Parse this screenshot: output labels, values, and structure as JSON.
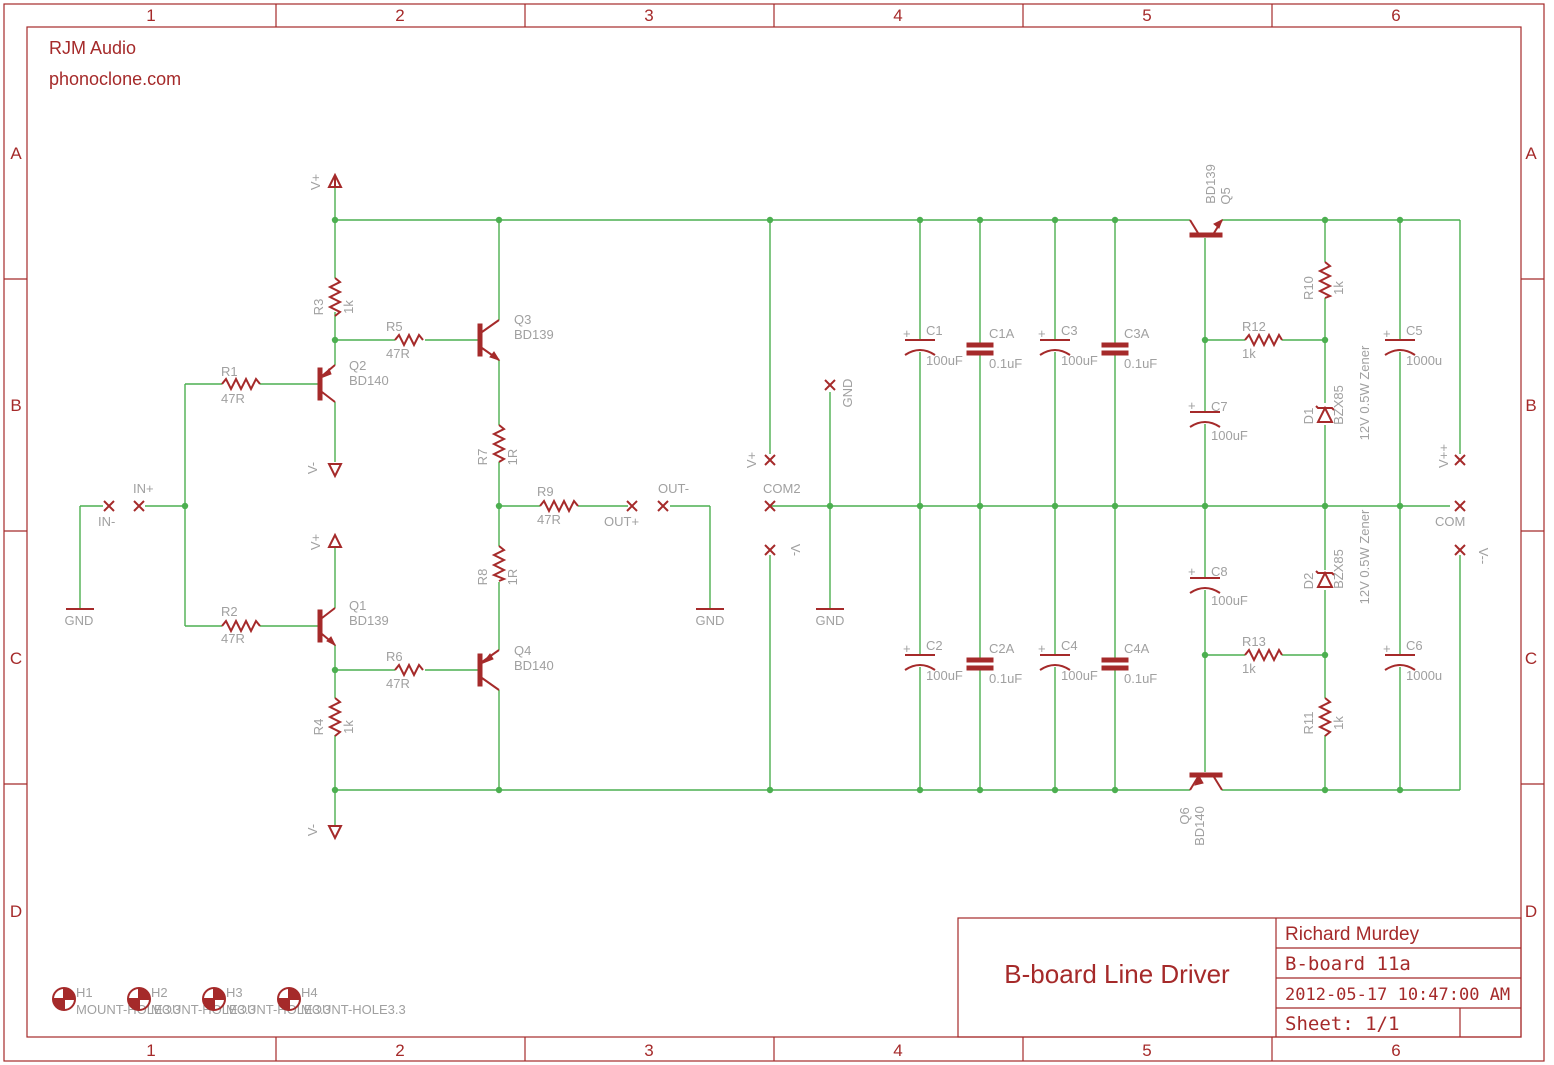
{
  "header": {
    "company": "RJM Audio",
    "website": "phonoclone.com"
  },
  "frame": {
    "columns": [
      "1",
      "2",
      "3",
      "4",
      "5",
      "6"
    ],
    "rows": [
      "A",
      "B",
      "C",
      "D"
    ]
  },
  "title_block": {
    "title": "B-board Line Driver",
    "author": "Richard Murdey",
    "board": "B-board 11a",
    "date": "2012-05-17 10:47:00 AM",
    "sheet": "Sheet: 1/1"
  },
  "components": {
    "R1": {
      "name": "R1",
      "value": "47R"
    },
    "R2": {
      "name": "R2",
      "value": "47R"
    },
    "R3": {
      "name": "R3",
      "value": "1k"
    },
    "R4": {
      "name": "R4",
      "value": "1k"
    },
    "R5": {
      "name": "R5",
      "value": "47R"
    },
    "R6": {
      "name": "R6",
      "value": "47R"
    },
    "R7": {
      "name": "R7",
      "value": "1R"
    },
    "R8": {
      "name": "R8",
      "value": "1R"
    },
    "R9": {
      "name": "R9",
      "value": "47R"
    },
    "R10": {
      "name": "R10",
      "value": "1k"
    },
    "R11": {
      "name": "R11",
      "value": "1k"
    },
    "R12": {
      "name": "R12",
      "value": "1k"
    },
    "R13": {
      "name": "R13",
      "value": "1k"
    },
    "Q1": {
      "name": "Q1",
      "value": "BD139"
    },
    "Q2": {
      "name": "Q2",
      "value": "BD140"
    },
    "Q3": {
      "name": "Q3",
      "value": "BD139"
    },
    "Q4": {
      "name": "Q4",
      "value": "BD140"
    },
    "Q5": {
      "name": "Q5",
      "value": "BD139"
    },
    "Q6": {
      "name": "Q6",
      "value": "BD140"
    },
    "C1": {
      "name": "C1",
      "value": "100uF"
    },
    "C1A": {
      "name": "C1A",
      "value": "0.1uF"
    },
    "C2": {
      "name": "C2",
      "value": "100uF"
    },
    "C2A": {
      "name": "C2A",
      "value": "0.1uF"
    },
    "C3": {
      "name": "C3",
      "value": "100uF"
    },
    "C3A": {
      "name": "C3A",
      "value": "0.1uF"
    },
    "C4": {
      "name": "C4",
      "value": "100uF"
    },
    "C4A": {
      "name": "C4A",
      "value": "0.1uF"
    },
    "C5": {
      "name": "C5",
      "value": "1000u"
    },
    "C6": {
      "name": "C6",
      "value": "1000u"
    },
    "C7": {
      "name": "C7",
      "value": "100uF"
    },
    "C8": {
      "name": "C8",
      "value": "100uF"
    },
    "D1": {
      "name": "D1",
      "value": "BZX85",
      "note": "12V 0.5W Zener"
    },
    "D2": {
      "name": "D2",
      "value": "BZX85",
      "note": "12V 0.5W Zener"
    }
  },
  "nets": {
    "vplus": "V+",
    "vminus": "V-",
    "gnd": "GND",
    "in_plus": "IN+",
    "in_minus": "IN-",
    "out_plus": "OUT+",
    "out_minus": "OUT-",
    "com2": "COM2",
    "com": "COM",
    "vplusplus": "V++",
    "vminusminus": "V--"
  },
  "mount_holes": [
    {
      "name": "H1",
      "label": "MOUNT-HOLE3.3"
    },
    {
      "name": "H2",
      "label": "MOUNT-HOLE3.3"
    },
    {
      "name": "H3",
      "label": "MOUNT-HOLE3.3"
    },
    {
      "name": "H4",
      "label": "MOUNT-HOLE3.3"
    }
  ]
}
